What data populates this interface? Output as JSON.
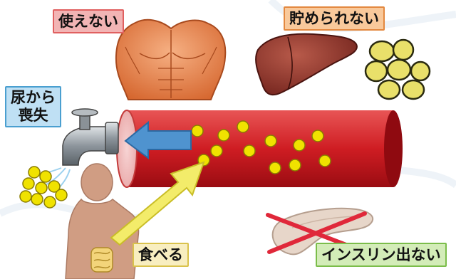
{
  "labels": {
    "muscle": "使えない",
    "liver": "貯められない",
    "urine_line1": "尿から",
    "urine_line2": "喪失",
    "eat": "食べる",
    "insulin": "インスリン出ない"
  },
  "colors": {
    "glucose": "#f0e200",
    "vessel": "#c0141c",
    "blue_arrow": "#4f93cf",
    "yellow_arrow": "#f3ec6a",
    "cross": "#e0283a"
  },
  "icons": [
    "muscle-torso-icon",
    "liver-icon",
    "fat-cells-icon",
    "faucet-icon",
    "body-silhouette-icon",
    "intestine-icon",
    "pancreas-icon"
  ]
}
